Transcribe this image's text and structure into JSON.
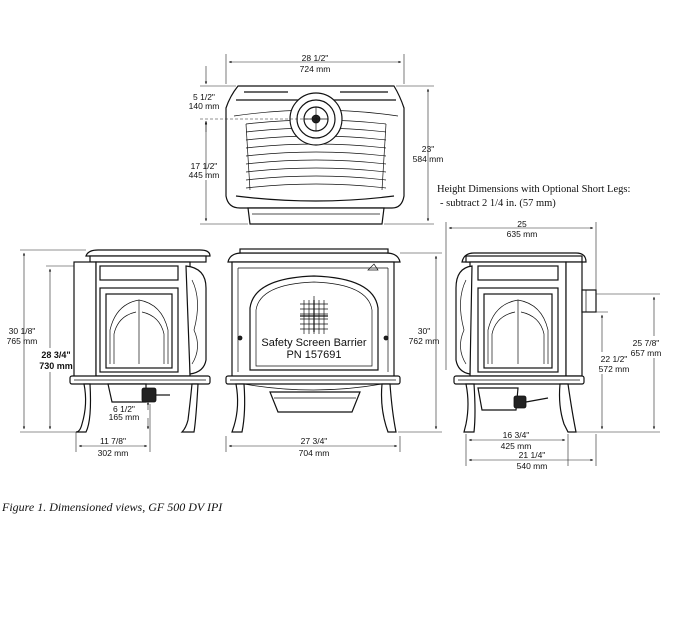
{
  "top_view": {
    "width_in": "28 1/2\"",
    "width_mm": "724 mm",
    "flue_offset_in": "5 1/2\"",
    "flue_offset_mm": "140 mm",
    "flue_center_in": "17 1/2\"",
    "flue_center_mm": "445 mm",
    "depth_in": "23\"",
    "depth_mm": "584 mm"
  },
  "note": {
    "title": "Height Dimensions with Optional Short Legs:",
    "body": "- subtract 2 1/4 in. (57 mm)"
  },
  "left_view": {
    "height_total_in": "30 1/8\"",
    "height_total_mm": "765 mm",
    "height_flue_in": "28 3/4\"",
    "height_flue_mm": "730 mm",
    "gas_inlet_in": "6 1/2\"",
    "gas_inlet_mm": "165 mm",
    "base_in": "11 7/8\"",
    "base_mm": "302 mm"
  },
  "front_view": {
    "screen_line1": "Safety Screen Barrier",
    "screen_line2": "PN 157691",
    "height_in": "30\"",
    "height_mm": "762 mm",
    "width_in": "27 3/4\"",
    "width_mm": "704 mm"
  },
  "right_view": {
    "depth_in": "25",
    "depth_mm": "635 mm",
    "flue_height_in": "25 7/8\"",
    "flue_height_mm": "657 mm",
    "inlet_height_in": "22 1/2\"",
    "inlet_height_mm": "572 mm",
    "legs_in": "16 3/4\"",
    "legs_mm": "425 mm",
    "overall_in": "21 1/4\"",
    "overall_mm": "540 mm"
  },
  "caption": "Figure 1.  Dimensioned views, GF 500 DV IPI"
}
